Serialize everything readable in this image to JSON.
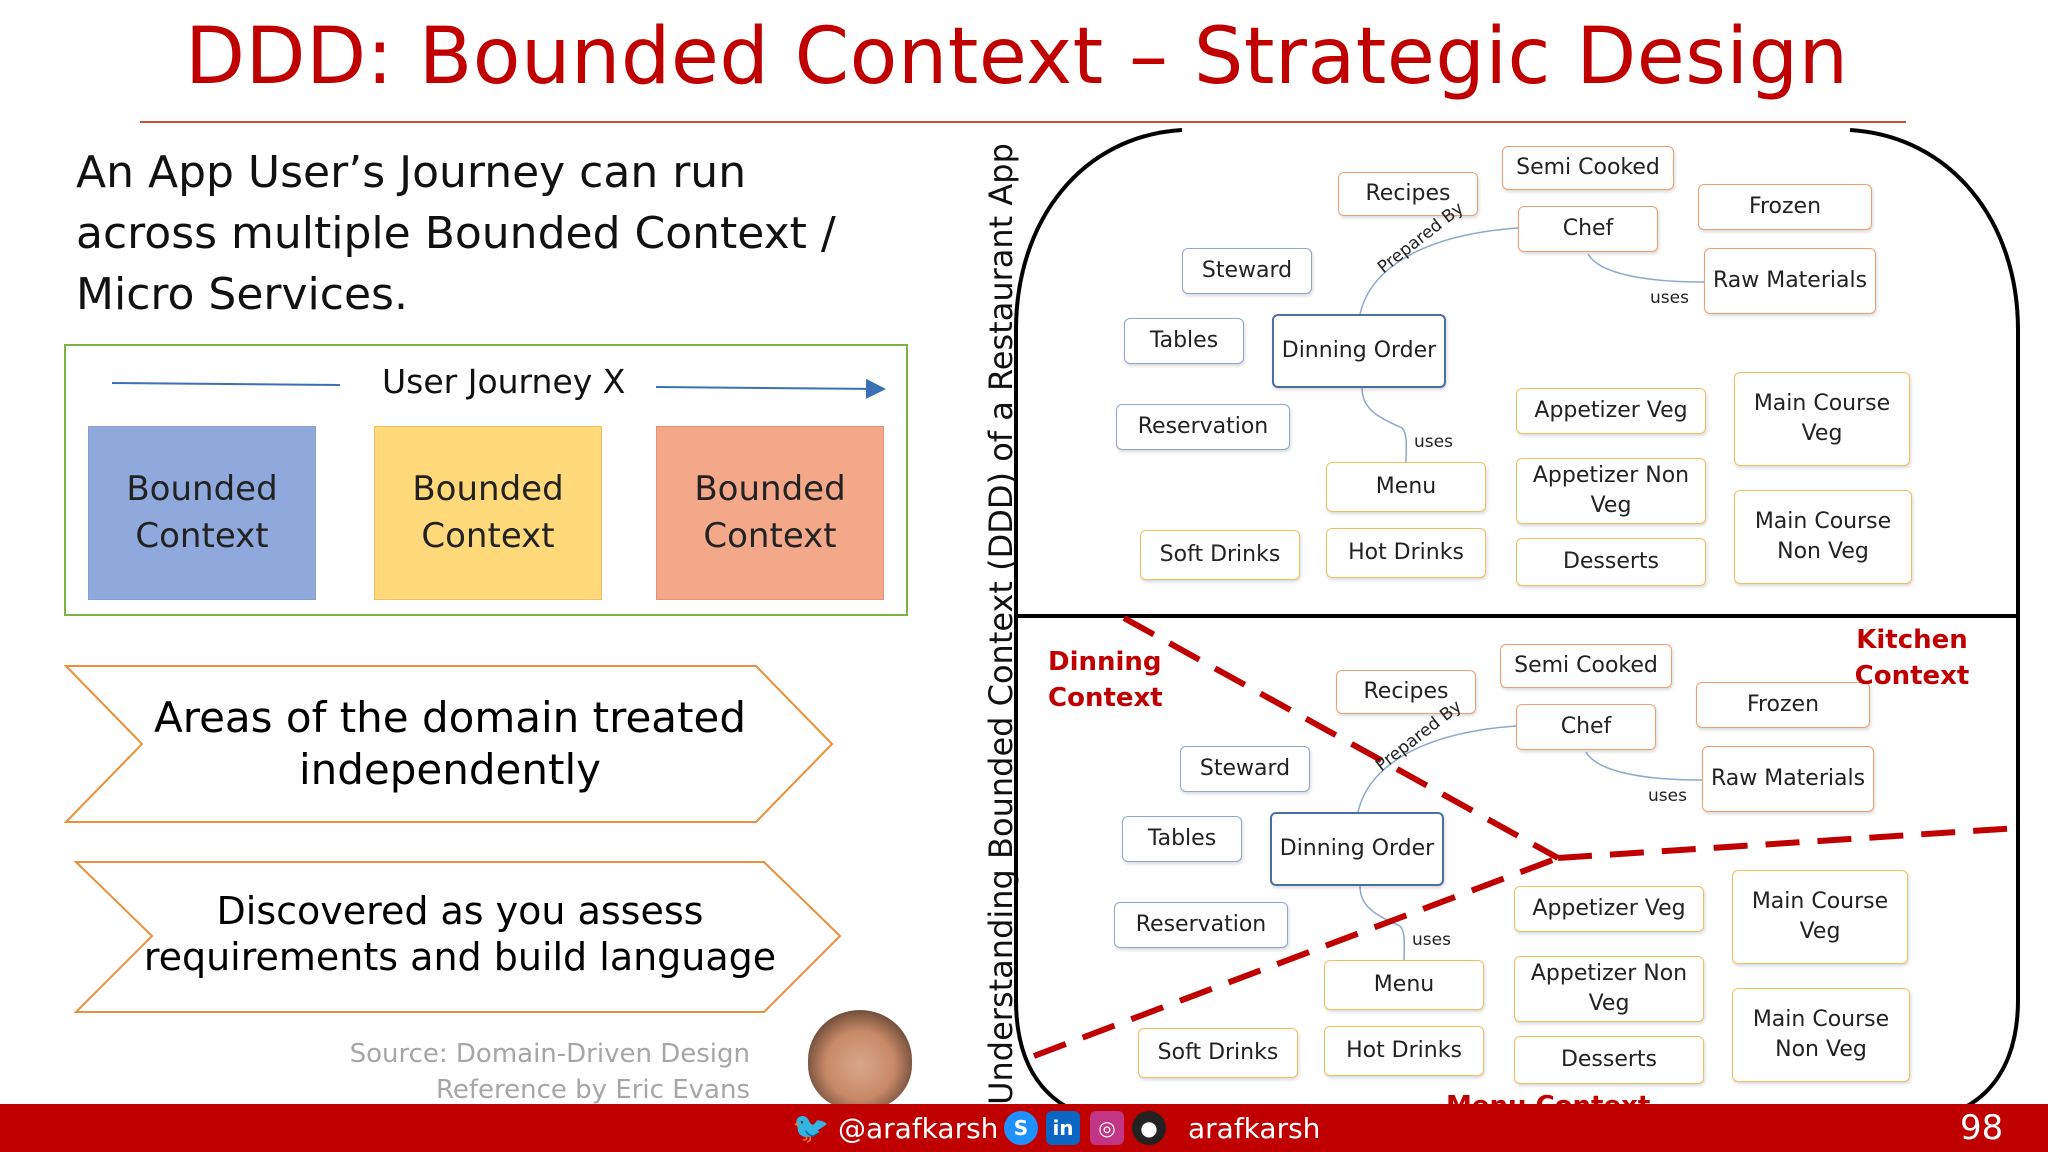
{
  "slide": {
    "title": "DDD: Bounded Context – Strategic Design",
    "intro": "An App User’s Journey can run across multiple Bounded Context / Micro Services.",
    "journey_label": "User Journey X",
    "bounded_contexts": [
      "Bounded Context",
      "Bounded Context",
      "Bounded Context"
    ],
    "point1": "Areas of the domain treated independently",
    "point2_line1": "Discovered as you assess",
    "point2_line2": "requirements and build language",
    "source_line1": "Source: Domain-Driven Design",
    "source_line2": "Reference by Eric Evans",
    "vertical_title": "Understanding Bounded Context (DDD) of a Restaurant App"
  },
  "diagram": {
    "nodes": {
      "recipes": "Recipes",
      "semi_cooked": "Semi Cooked",
      "chef": "Chef",
      "frozen": "Frozen",
      "raw_materials": "Raw Materials",
      "steward": "Steward",
      "tables": "Tables",
      "dinning_order": "Dinning Order",
      "reservation": "Reservation",
      "appetizer_veg": "Appetizer Veg",
      "appetizer_non_veg": "Appetizer Non Veg",
      "main_course_veg": "Main Course Veg",
      "main_course_non_veg": "Main Course Non Veg",
      "menu": "Menu",
      "soft_drinks": "Soft Drinks",
      "hot_drinks": "Hot Drinks",
      "desserts": "Desserts"
    },
    "edge_labels": {
      "prepared_by": "Prepared By",
      "uses": "uses"
    },
    "contexts": {
      "dinning": "Dinning Context",
      "kitchen": "Kitchen Context",
      "menu": "Menu Context"
    }
  },
  "footer": {
    "twitter": "@arafkarsh",
    "handle": "arafkarsh",
    "page_number": "98"
  },
  "colors": {
    "title_red": "#c00000",
    "footer_red": "#c00000",
    "bc_blue": "#8fa9dc",
    "bc_yellow": "#ffd97a",
    "bc_salmon": "#f4a88a"
  }
}
